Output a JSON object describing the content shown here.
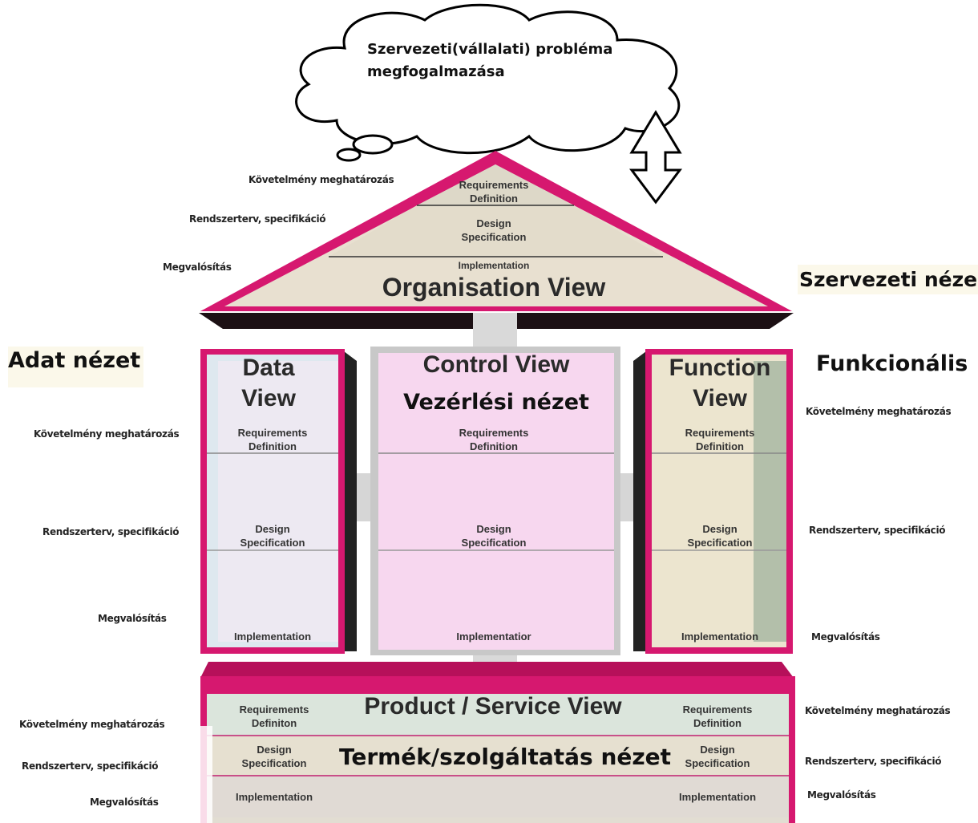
{
  "cloud": {
    "line1": "Szervezeti(vállalati) probléma",
    "line2": "megfogalmazása"
  },
  "levels": {
    "req": "Követelmény meghatározás",
    "spec": "Rendszerterv, specifikáció",
    "impl": "Megvalósítás"
  },
  "inner": {
    "req1": "Requirements",
    "req2": "Definition",
    "des1": "Design",
    "des2": "Specification",
    "impl": "Implementation",
    "impl_ctrl": "Implementatior",
    "req2_product": "Definiton",
    "req2_product_right": "Definition"
  },
  "organisation": {
    "title": "Organisation View",
    "hu": "Szervezeti néze"
  },
  "data_view": {
    "title1": "Data",
    "title2": "View",
    "hu": "Adat nézet"
  },
  "control_view": {
    "title": "Control View",
    "hu": "Vezérlési nézet"
  },
  "function_view": {
    "title1": "Function",
    "title2": "View",
    "hu": "Funkcionális"
  },
  "product_view": {
    "title": "Product / Service View",
    "hu": "Termék/szolgáltatás nézet"
  },
  "colors": {
    "pink": "#d6186f",
    "roof_fill": "#ded8c6",
    "data_fill": "#dde8ee",
    "control_fill": "#f7d8ef",
    "function_fill": "#ebe3cc",
    "label_bg": "#fbf8ea"
  }
}
